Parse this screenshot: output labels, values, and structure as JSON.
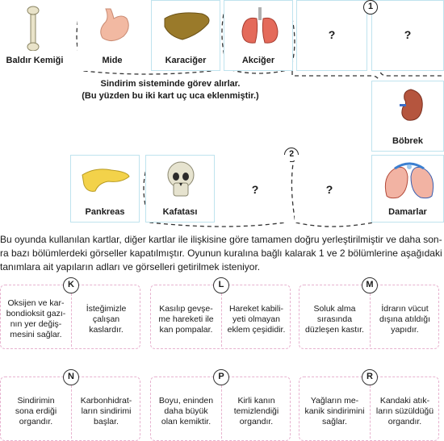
{
  "cards_top": [
    {
      "label": "Baldır Kemiği"
    },
    {
      "label": "Mide"
    },
    {
      "label": "Karaciğer"
    },
    {
      "label": "Akciğer"
    },
    {
      "label": "?"
    },
    {
      "label": "?"
    }
  ],
  "card_right": {
    "label": "Böbrek"
  },
  "cards_bottom": [
    {
      "label": "Pankreas"
    },
    {
      "label": "Kafatası"
    },
    {
      "label": "?"
    },
    {
      "label": "?"
    },
    {
      "label": "Damarlar"
    }
  ],
  "section_numbers": {
    "one": "1",
    "two": "2"
  },
  "note": {
    "line1": "Sindirim sisteminde görev alırlar.",
    "line2": "(Bu yüzden bu iki kart uç uca eklenmiştir.)"
  },
  "paragraph": {
    "line1": "Bu oyunda kullanılan kartlar, diğer kartlar ile ilişkisine göre tamamen doğru yerleştirilmiştir ve daha son-",
    "line2": "ra bazı bölümlerdeki görseller kapatılmıştır. Oyunun kuralına bağlı kalarak 1 ve 2 bölümlerine aşağıdaki",
    "line3": "tanımlara ait yapıların adları ve görselleri getirilmek isteniyor."
  },
  "groups": [
    {
      "letter": "K",
      "left": "Oksijen ve kar-\nbondioksit gazı-\nnın yer değiş-\nmesini sağlar.",
      "right": "İsteğimizle\nçalışan\nkaslardır."
    },
    {
      "letter": "L",
      "left": "Kasılıp gevşe-\nme hareketi ile\nkan pompalar.",
      "right": "Hareket kabili-\nyeti olmayan\neklem çeşididir."
    },
    {
      "letter": "M",
      "left": "Soluk alma\nsırasında\ndüzleşen kastır.",
      "right": "İdrarın vücut\ndışına atıldığı\nyapıdır."
    },
    {
      "letter": "N",
      "left": "Sindirimin\nsona erdiği\norgandır.",
      "right": "Karbonhidrat-\nların sindirimi\nbaşlar."
    },
    {
      "letter": "P",
      "left": "Boyu, eninden\ndaha büyük\nolan kemiktir.",
      "right": "Kirli kanın\ntemizlendiği\norgandır."
    },
    {
      "letter": "R",
      "left": "Yağların me-\nkanik sindirimini\nsağlar.",
      "right": "Kandaki atık-\nların süzüldüğü\norgandır."
    }
  ]
}
